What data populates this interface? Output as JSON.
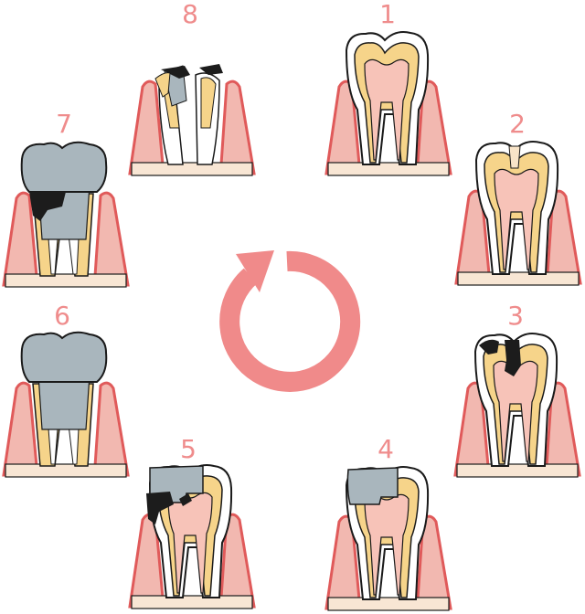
{
  "stages": [
    {
      "label": "1",
      "state": "healthy"
    },
    {
      "label": "2",
      "state": "initial-caries"
    },
    {
      "label": "3",
      "state": "deep-caries"
    },
    {
      "label": "4",
      "state": "filling"
    },
    {
      "label": "5",
      "state": "secondary-caries"
    },
    {
      "label": "6",
      "state": "crown"
    },
    {
      "label": "7",
      "state": "caries-under-crown"
    },
    {
      "label": "8",
      "state": "destroyed-root"
    }
  ],
  "colors": {
    "label": "#ef8c8c",
    "gum": "#f2b8b0",
    "gum_edge": "#e05a5a",
    "bone": "#f8e6d4",
    "enamel": "#ffffff",
    "dentin": "#f6d48a",
    "pulp": "#f7c3b8",
    "metal": "#a9b6bd",
    "decay": "#1c1c1c",
    "outline": "#1a1a1a",
    "arrow": "#f08a8a"
  }
}
